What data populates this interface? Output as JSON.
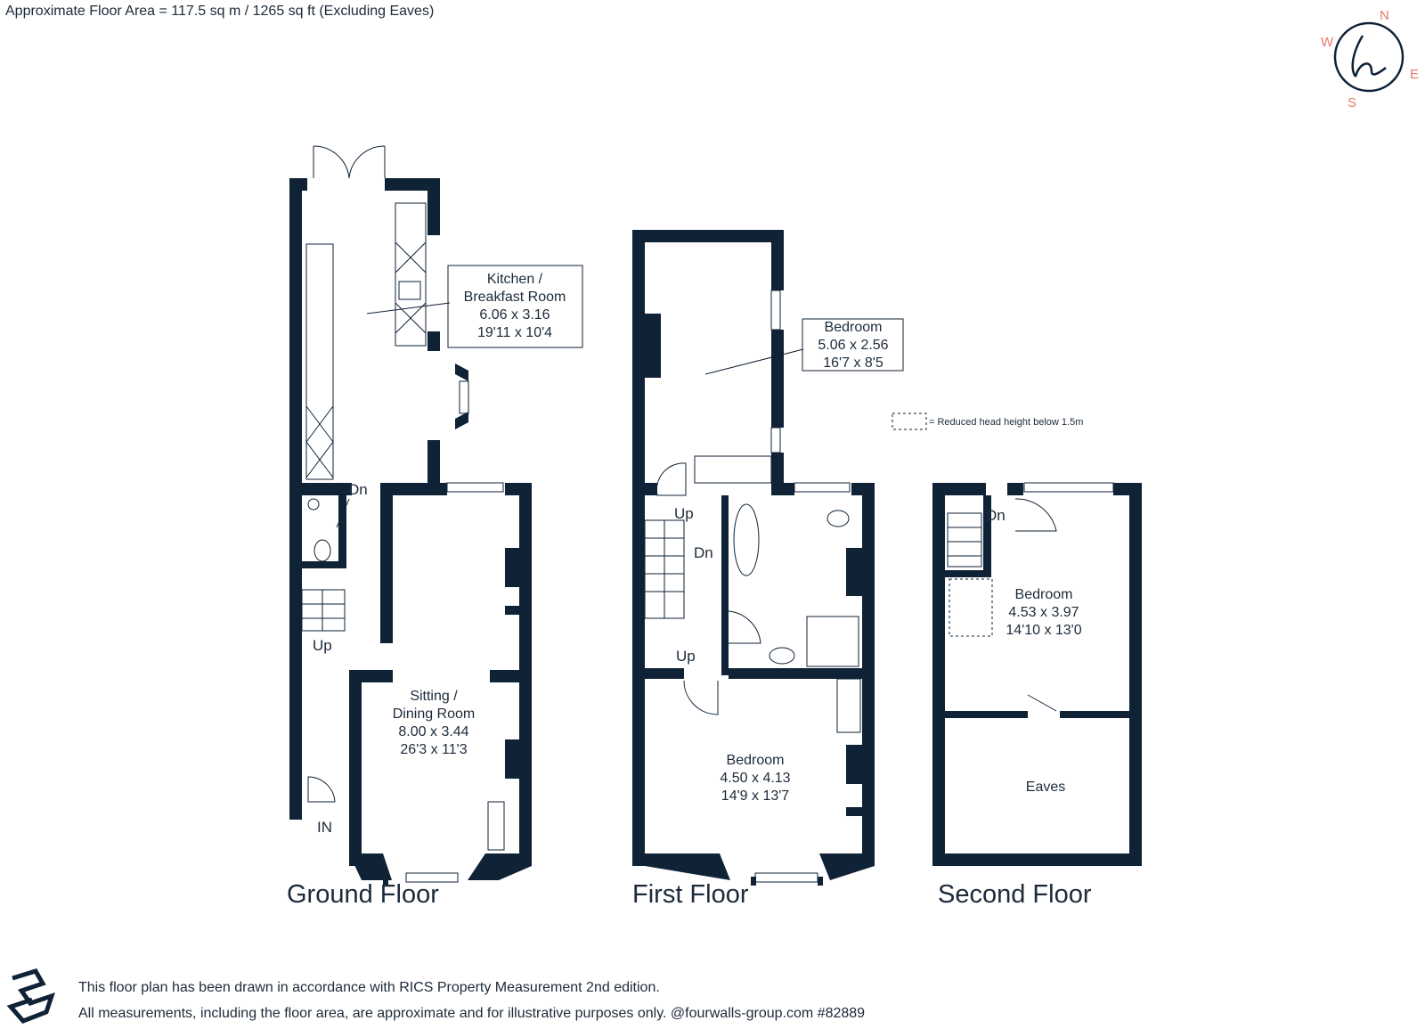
{
  "header": {
    "floor_area": "Approximate Floor Area = 117.5 sq m / 1265 sq ft (Excluding Eaves)"
  },
  "compass": {
    "n": "N",
    "e": "E",
    "s": "S",
    "w": "W"
  },
  "rooms": {
    "kitchen": {
      "name1": "Kitchen /",
      "name2": "Breakfast Room",
      "metric": "6.06 x 3.16",
      "imperial": "19'11 x 10'4"
    },
    "sitting": {
      "name1": "Sitting /",
      "name2": "Dining Room",
      "metric": "8.00 x 3.44",
      "imperial": "26'3 x 11'3"
    },
    "bedroom_rear": {
      "name": "Bedroom",
      "metric": "5.06 x 2.56",
      "imperial": "16'7 x 8'5"
    },
    "bedroom_front": {
      "name": "Bedroom",
      "metric": "4.50 x 4.13",
      "imperial": "14'9 x 13'7"
    },
    "bedroom_top": {
      "name": "Bedroom",
      "metric": "4.53 x 3.97",
      "imperial": "14'10 x 13'0"
    },
    "eaves": {
      "name": "Eaves"
    }
  },
  "markers": {
    "dn": "Dn",
    "up": "Up",
    "in": "IN"
  },
  "legend": {
    "text": "= Reduced head height below 1.5m"
  },
  "floors": {
    "ground": "Ground Floor",
    "first": "First Floor",
    "second": "Second Floor"
  },
  "footer": {
    "line1": "This floor plan has been drawn in accordance with RICS Property Measurement 2nd edition.",
    "line2": "All measurements, including the floor area, are approximate and for illustrative purposes only. @fourwalls-group.com #82889"
  },
  "colors": {
    "wall": "#0f2236",
    "accent": "#e8796b"
  }
}
